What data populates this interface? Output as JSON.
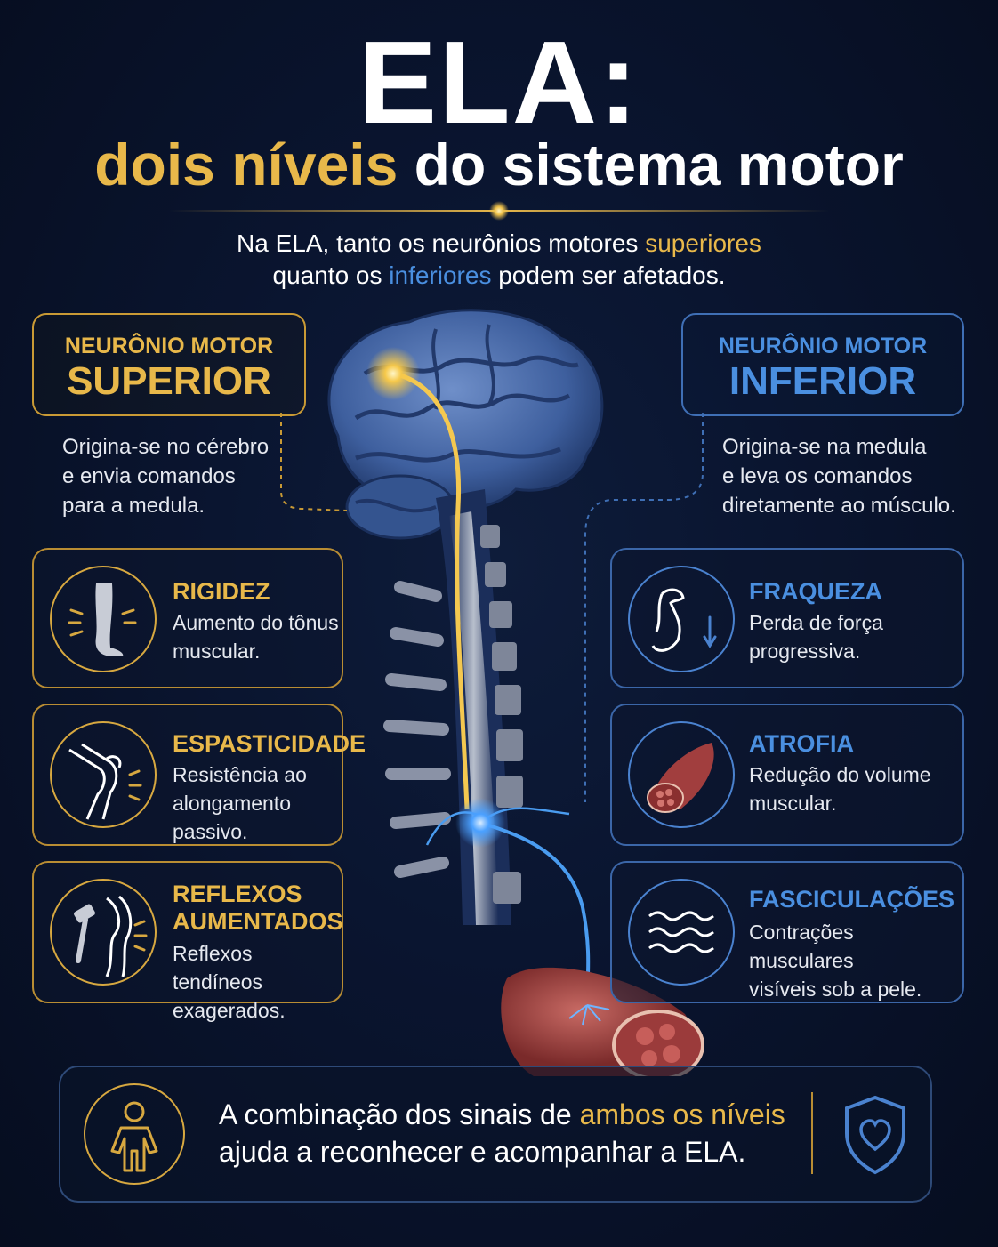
{
  "header": {
    "title": "ELA:",
    "subtitle_highlight": "dois níveis",
    "subtitle_rest": " do sistema motor",
    "intro_line1_pre": "Na ELA, tanto os neurônios motores ",
    "intro_line1_hl": "superiores",
    "intro_line2_pre": "quanto os ",
    "intro_line2_hl": "inferiores",
    "intro_line2_post": " podem ser afetados."
  },
  "upper": {
    "label_small": "NEURÔNIO MOTOR",
    "label_big": "SUPERIOR",
    "desc": [
      "Origina-se no cérebro",
      "e envia comandos",
      "para a medula."
    ],
    "cards": [
      {
        "title": [
          "RIGIDEZ"
        ],
        "text": [
          "Aumento do tônus",
          "muscular."
        ],
        "icon": "leg-icon"
      },
      {
        "title": [
          "ESPASTICIDADE"
        ],
        "text": [
          "Resistência ao",
          "alongamento",
          "passivo."
        ],
        "icon": "knee-icon"
      },
      {
        "title": [
          "REFLEXOS",
          "AUMENTADOS"
        ],
        "text": [
          "Reflexos tendíneos",
          "exagerados."
        ],
        "icon": "reflex-hammer-icon"
      }
    ]
  },
  "lower": {
    "label_small": "NEURÔNIO MOTOR",
    "label_big": "INFERIOR",
    "desc": [
      "Origina-se na medula",
      "e leva os comandos",
      "diretamente ao músculo."
    ],
    "cards": [
      {
        "title": [
          "FRAQUEZA"
        ],
        "text": [
          "Perda de força",
          "progressiva."
        ],
        "icon": "weak-arm-icon"
      },
      {
        "title": [
          "ATROFIA"
        ],
        "text": [
          "Redução do volume",
          "muscular."
        ],
        "icon": "muscle-icon"
      },
      {
        "title": [
          "FASCICULAÇÕES"
        ],
        "text": [
          "Contrações musculares",
          "visíveis sob a pele."
        ],
        "icon": "waves-icon"
      }
    ]
  },
  "footer": {
    "line1_pre": "A combinação dos sinais de ",
    "line1_hl": "ambos os níveis",
    "line2": "ajuda a reconhecer e acompanhar a ELA."
  },
  "colors": {
    "gold": "#e8b84a",
    "blue": "#4a8fe0",
    "background": "#071024"
  }
}
